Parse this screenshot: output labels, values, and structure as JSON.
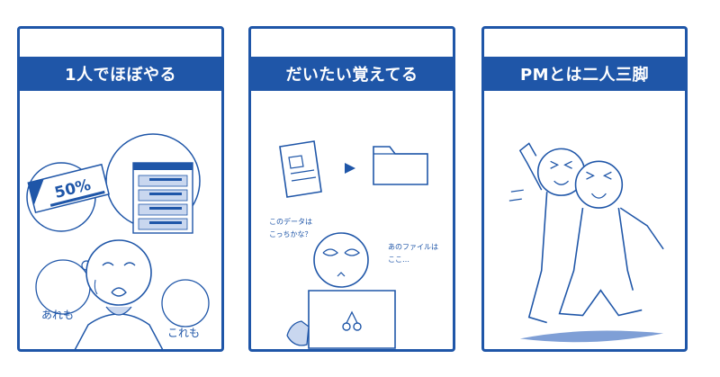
{
  "panels": [
    {
      "title": "1人でほぼやる",
      "badge": "50%",
      "caption_left": "あれも",
      "caption_right": "これも"
    },
    {
      "title": "だいたい覚えてる",
      "bubble_left_line1": "このデータは",
      "bubble_left_line2": "こっちかな？",
      "bubble_right_line1": "あのファイルは",
      "bubble_right_line2": "ここ…"
    },
    {
      "title": "PMとは二人三脚"
    }
  ],
  "colors": {
    "accent": "#1f56a8",
    "shadow": "#7f9fd6"
  }
}
